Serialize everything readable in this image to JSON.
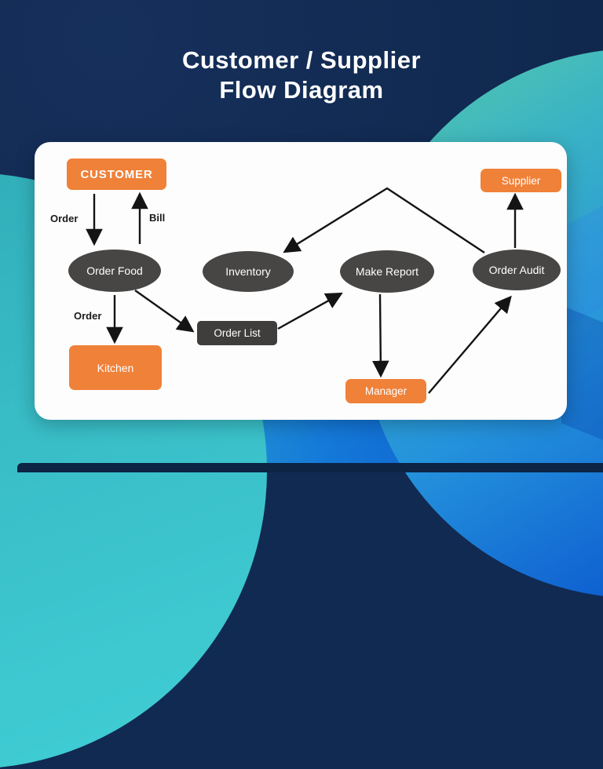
{
  "page_title": "Customer / Supplier Flow Diagram",
  "title": {
    "line1": "Customer / Supplier",
    "line2": "Flow Diagram"
  },
  "colors": {
    "accent_orange": "#F08139",
    "node_dark_gray": "#474645",
    "background_navy": "#112A51",
    "teal_blob": "#38BCC6",
    "blue_blob": "#1571D8",
    "card_white": "#FDFDFD",
    "arrow_black": "#141414"
  },
  "diagram": {
    "nodes": {
      "customer": {
        "label": "CUSTOMER",
        "shape": "rectangle",
        "color": "orange"
      },
      "supplier": {
        "label": "Supplier",
        "shape": "rectangle",
        "color": "orange"
      },
      "order_food": {
        "label": "Order Food",
        "shape": "ellipse",
        "color": "dark-gray"
      },
      "inventory": {
        "label": "Inventory",
        "shape": "ellipse",
        "color": "dark-gray"
      },
      "make_report": {
        "label": "Make Report",
        "shape": "ellipse",
        "color": "dark-gray"
      },
      "order_audit": {
        "label": "Order Audit",
        "shape": "ellipse",
        "color": "dark-gray"
      },
      "order_list": {
        "label": "Order List",
        "shape": "rectangle",
        "color": "dark-gray"
      },
      "kitchen": {
        "label": "Kitchen",
        "shape": "rectangle",
        "color": "orange"
      },
      "manager": {
        "label": "Manager",
        "shape": "rectangle",
        "color": "orange"
      }
    },
    "edge_labels": {
      "customer_to_orderfood": "Order",
      "orderfood_to_customer": "Bill",
      "orderfood_to_kitchen": "Order"
    },
    "edges": [
      {
        "from": "customer",
        "to": "order_food",
        "label": "Order"
      },
      {
        "from": "order_food",
        "to": "customer",
        "label": "Bill"
      },
      {
        "from": "order_food",
        "to": "kitchen",
        "label": "Order"
      },
      {
        "from": "order_food",
        "to": "order_list",
        "label": ""
      },
      {
        "from": "order_list",
        "to": "make_report",
        "label": ""
      },
      {
        "from": "make_report",
        "to": "manager",
        "label": ""
      },
      {
        "from": "manager",
        "to": "order_audit",
        "label": ""
      },
      {
        "from": "order_audit",
        "to": "supplier",
        "label": ""
      },
      {
        "from": "order_audit",
        "to": "inventory",
        "label": ""
      }
    ]
  }
}
